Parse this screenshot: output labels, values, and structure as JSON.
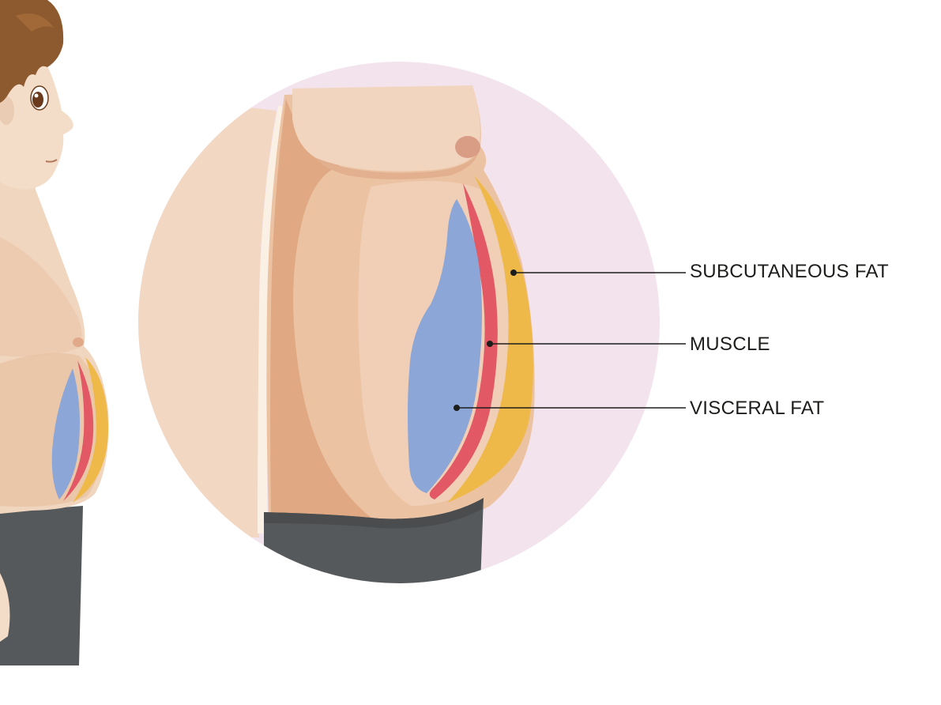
{
  "labels": {
    "subcutaneous_fat": "SUBCUTANEOUS FAT",
    "muscle": "MUSCLE",
    "visceral_fat": "VISCERAL FAT"
  },
  "colors": {
    "background": "#ffffff",
    "zoom_circle": "#f3e3ec",
    "skin_light": "#f2d8c3",
    "skin_mid": "#e9c2a1",
    "skin_dark": "#d9a27d",
    "subcutaneous_fat": "#efb94a",
    "muscle": "#e25864",
    "visceral_fat": "#8ca6d8",
    "pants": "#56595b",
    "hair": "#8d5a2f",
    "leader_line": "#1d1d1b"
  }
}
